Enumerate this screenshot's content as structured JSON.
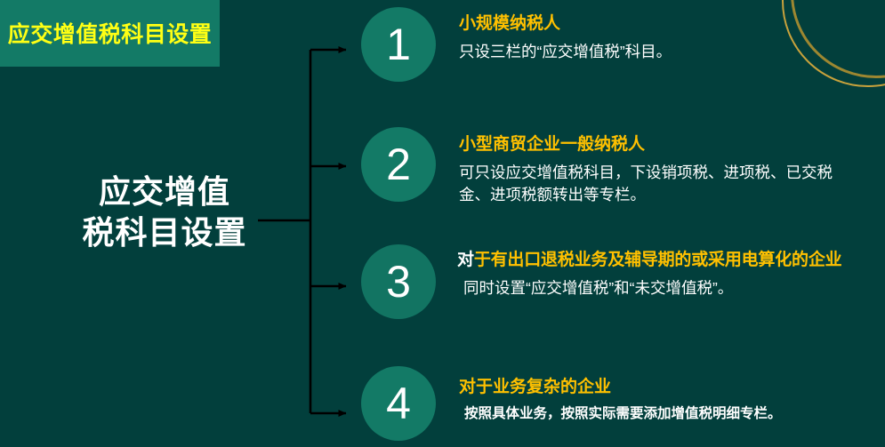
{
  "banner": {
    "title": "应交增值税科目设置"
  },
  "main_title": {
    "line1": "应交增值",
    "line2": "税科目设置"
  },
  "colors": {
    "background": "#023f3c",
    "banner_bg": "#137a66",
    "banner_text": "#ffff14",
    "circle_fill": "#137a66",
    "heading_text": "#ffc000",
    "body_text": "#ffffff",
    "connector_line": "#000000",
    "corner_arc": "#c8a23c"
  },
  "items": [
    {
      "number": "1",
      "heading": "小规模纳税人",
      "body": "只设三栏的“应交增值税”科目。"
    },
    {
      "number": "2",
      "heading": "小型商贸企业一般纳税人",
      "body": "可只设应交增值税科目，下设销项税、进项税、已交税金、进项税额转出等专栏。"
    },
    {
      "number": "3",
      "heading_lead": "对",
      "heading": "于有出口退税业务及辅导期的或采用电算化的企业",
      "body": "同时设置“应交增值税”和“未交增值税”。"
    },
    {
      "number": "4",
      "heading": "对于业务复杂的企业",
      "body": "按照具体业务，按照实际需要添加增值税明细专栏。"
    }
  ]
}
